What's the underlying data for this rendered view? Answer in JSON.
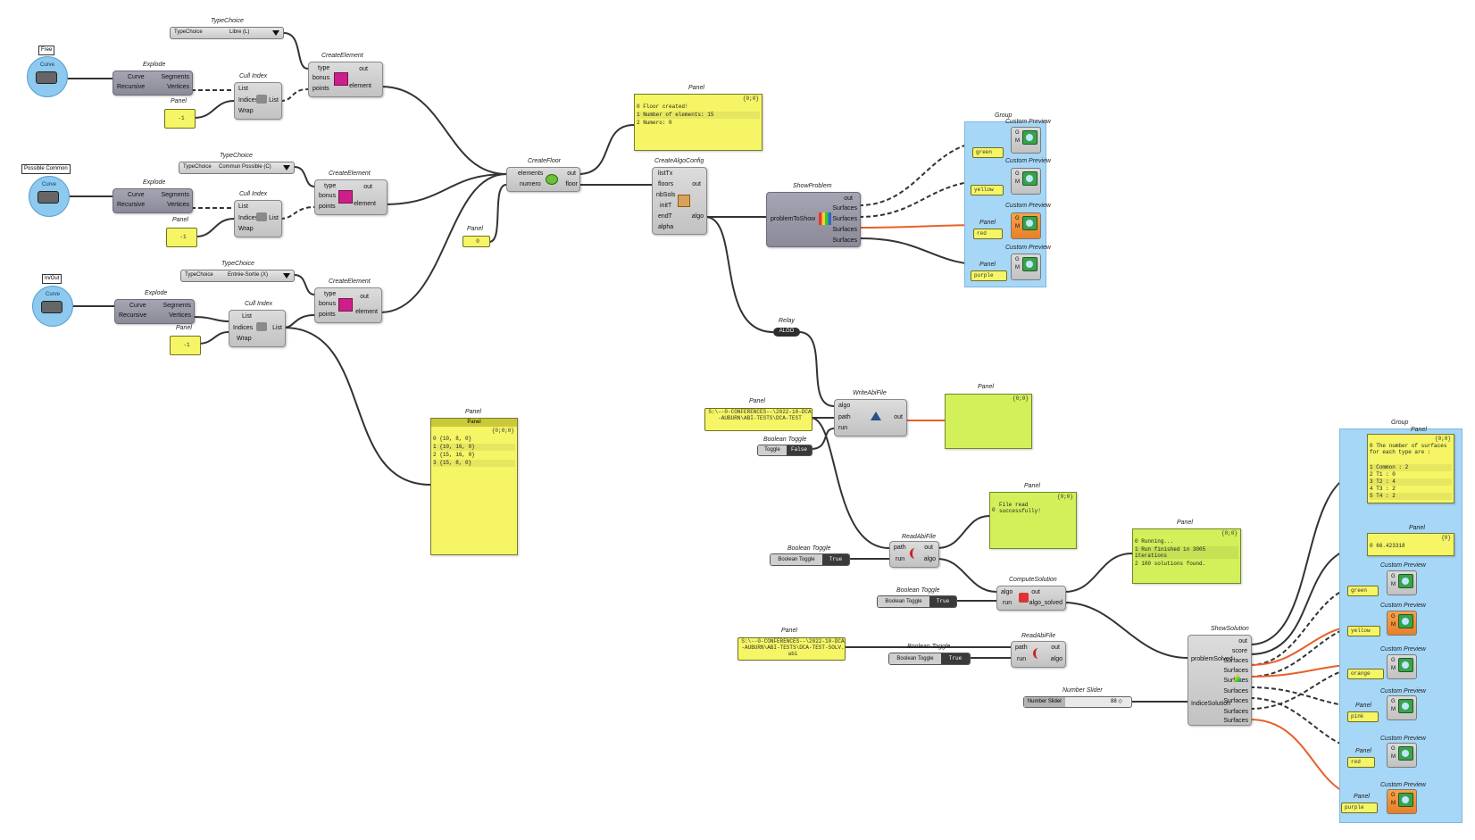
{
  "tags": {
    "free": "Free",
    "possible_common": "Possible Common",
    "inout": "In/Out"
  },
  "curve_label": "Curve",
  "explode": {
    "title": "Explode",
    "in1": "Curve",
    "in2": "Recursive",
    "out1": "Segments",
    "out2": "Vertices"
  },
  "cullindex": {
    "title": "Cull Index",
    "in1": "List",
    "in2": "Indices",
    "in3": "Wrap",
    "out": "List"
  },
  "panel_title": "Panel",
  "minus_one": "-1",
  "zero": "0",
  "typechoice": {
    "title": "TypeChoice",
    "label": "TypeChoice",
    "opt1": "Libre (L)",
    "opt2": "Commun Possible (C)",
    "opt3": "Entrée-Sortie (X)"
  },
  "createelement": {
    "title": "CreateElement",
    "in1": "type",
    "in2": "bonus",
    "in3": "points",
    "out1": "out",
    "out2": "element"
  },
  "createfloor": {
    "title": "CreateFloor",
    "in1": "elements",
    "in2": "numero",
    "out1": "out",
    "out2": "floor"
  },
  "createalgo": {
    "title": "CreateAlgoConfig",
    "in": [
      "listTx",
      "floors",
      "nbSols",
      "initT",
      "endT",
      "alpha"
    ],
    "out1": "out",
    "out2": "algo"
  },
  "showproblem": {
    "title": "ShowProblem",
    "in": "problemToShow",
    "out": [
      "out",
      "Surfaces",
      "Surfaces",
      "Surfaces",
      "Surfaces"
    ]
  },
  "panel_floor": {
    "hdr": "{0;0}",
    "rows": [
      [
        "0",
        "Floor created!"
      ],
      [
        "1",
        "Number of elements: 15"
      ],
      [
        "2",
        "Numero: 0"
      ]
    ]
  },
  "panel_points": {
    "hdr": "{0;0;0}",
    "rows": [
      [
        "0",
        "{10, 8, 0}"
      ],
      [
        "1",
        "{10, 16, 0}"
      ],
      [
        "2",
        "{15, 16, 0}"
      ],
      [
        "3",
        "{15, 8, 0}"
      ]
    ]
  },
  "group_label": "Group",
  "custom_preview": "Custom Preview",
  "preview_gm": {
    "g": "G",
    "m": "M"
  },
  "colors_top": [
    "green",
    "yellow",
    "red",
    "purple"
  ],
  "colors_bottom": [
    "green",
    "yellow",
    "orange",
    "pink",
    "red",
    "purple"
  ],
  "relay": {
    "title": "Relay",
    "label": "ALGO"
  },
  "writeabifile": {
    "title": "WriteAbiFile",
    "in": [
      "algo",
      "path",
      "run"
    ],
    "out": "out"
  },
  "path_panel1": "S:\\--0-CONFERENCES--\\2022-10-DCA-AUBURN\\ABI-TESTS\\DCA-TEST",
  "panel_write": {
    "hdr": "{0;0}"
  },
  "boolean_toggle": {
    "title": "Boolean Toggle",
    "label": "Boolean Toggle",
    "short": "Toggle",
    "false": "False",
    "true": "True"
  },
  "readabifile": {
    "title": "ReadAbiFile",
    "in": [
      "path",
      "run"
    ],
    "out": [
      "out",
      "algo"
    ]
  },
  "panel_read": {
    "hdr": "{0;0}",
    "row0": "0",
    "text": "File read successfully!"
  },
  "computesolution": {
    "title": "ComputeSolution",
    "in": [
      "algo",
      "run"
    ],
    "out": [
      "out",
      "algo_solved"
    ]
  },
  "panel_compute": {
    "hdr": "{0;0}",
    "rows": [
      [
        "0",
        "Running..."
      ],
      [
        "1",
        "Run finished in 3005 iterations"
      ],
      [
        "2",
        "100 solutions found."
      ]
    ]
  },
  "path_panel2": "S:\\--0-CONFERENCES--\\2022-10-DCA-AUBURN\\ABI-TESTS\\DCA-TEST-SOLV.abi",
  "showsolution": {
    "title": "ShowSolution",
    "in1": "problemSolved",
    "in2": "IndiceSolution",
    "out": [
      "out",
      "score",
      "Surfaces",
      "Surfaces",
      "Surfaces",
      "Surfaces",
      "Surfaces",
      "Surfaces",
      "Surfaces"
    ]
  },
  "number_slider": {
    "title": "Number Slider",
    "label": "Number Slider",
    "value": "88 ◇"
  },
  "panel_count": {
    "hdr": "{0;0}",
    "rows": [
      [
        "0",
        "The number of surfaces for each type are :"
      ],
      [
        "1",
        "Common : 2"
      ],
      [
        "2",
        "T1 : 0"
      ],
      [
        "3",
        "T2 : 4"
      ],
      [
        "4",
        "T3 : 2"
      ],
      [
        "5",
        "T4 : 2"
      ]
    ]
  },
  "panel_score": {
    "hdr": "{0}",
    "row": [
      "0",
      "66.423318"
    ]
  },
  "accent": {
    "wire": "#333333",
    "orange_wire": "#e8602a",
    "panel": "#f5f566",
    "group": "#a6d7f7"
  }
}
